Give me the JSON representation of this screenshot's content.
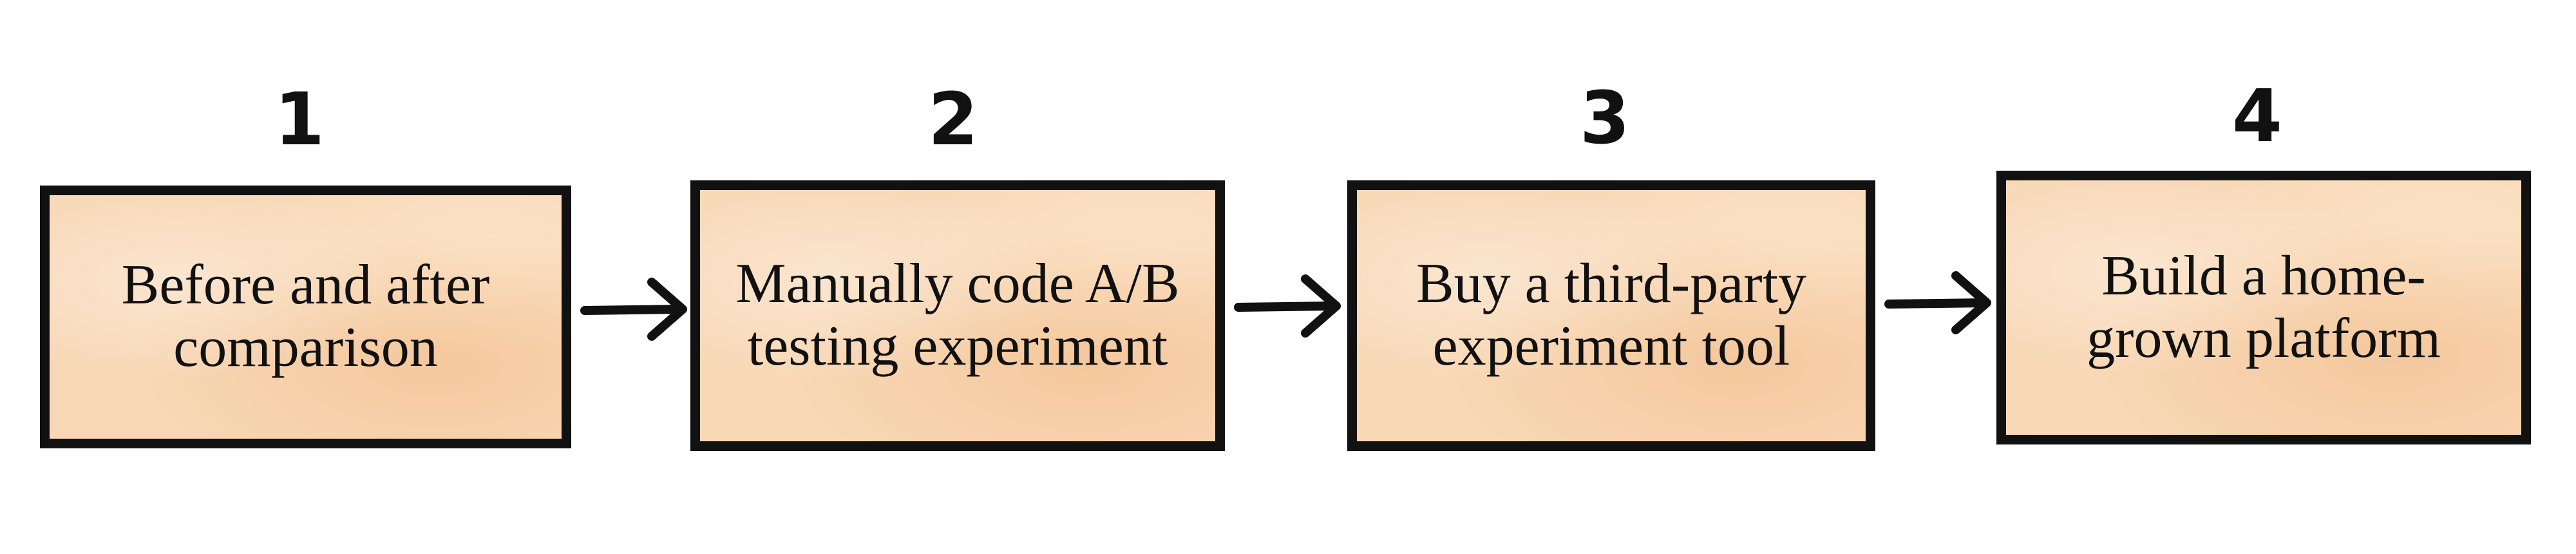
{
  "steps": [
    {
      "number": "1",
      "text": "Before and after comparison"
    },
    {
      "number": "2",
      "text": "Manually code A/B testing experiment"
    },
    {
      "number": "3",
      "text": "Buy a third-party experiment tool"
    },
    {
      "number": "4",
      "text": "Build a home-grown platform"
    }
  ],
  "colors": {
    "box_fill": "#f8d8b6",
    "outline": "#111111"
  },
  "icons": [
    "arrow-right-icon",
    "arrow-right-icon",
    "arrow-right-icon"
  ]
}
